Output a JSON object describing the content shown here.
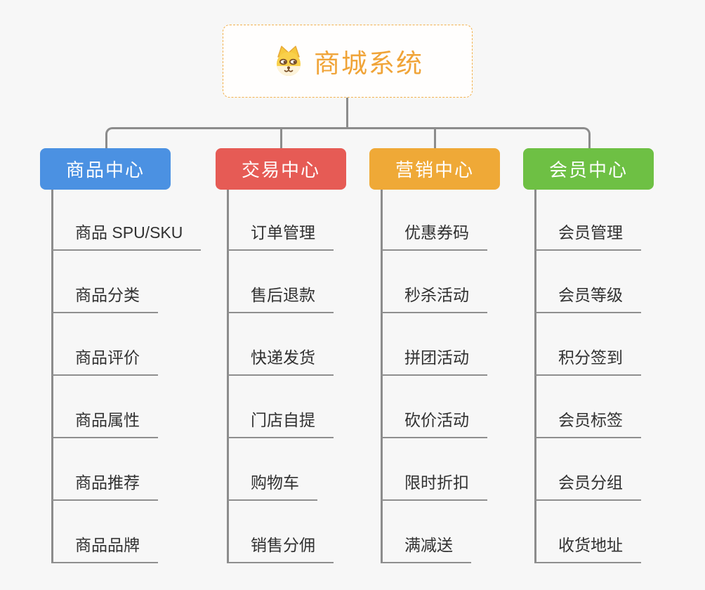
{
  "root": {
    "title": "商城系统",
    "icon": "doge-icon"
  },
  "colors": {
    "background": "#f7f7f7",
    "root_border": "#f2b14e",
    "root_text": "#f0a438",
    "connector_gray": "#8c8c8c",
    "leaf_text": "#313131",
    "branch_blue": "#4b91e2",
    "branch_red": "#e65b55",
    "branch_orange": "#efa937",
    "branch_green": "#6ec044"
  },
  "branches": [
    {
      "label": "商品中心",
      "color": "#4b91e2",
      "items": [
        "商品 SPU/SKU",
        "商品分类",
        "商品评价",
        "商品属性",
        "商品推荐",
        "商品品牌"
      ]
    },
    {
      "label": "交易中心",
      "color": "#e65b55",
      "items": [
        "订单管理",
        "售后退款",
        "快递发货",
        "门店自提",
        "购物车",
        "销售分佣"
      ]
    },
    {
      "label": "营销中心",
      "color": "#efa937",
      "items": [
        "优惠券码",
        "秒杀活动",
        "拼团活动",
        "砍价活动",
        "限时折扣",
        "满减送"
      ]
    },
    {
      "label": "会员中心",
      "color": "#6ec044",
      "items": [
        "会员管理",
        "会员等级",
        "积分签到",
        "会员标签",
        "会员分组",
        "收货地址"
      ]
    }
  ]
}
